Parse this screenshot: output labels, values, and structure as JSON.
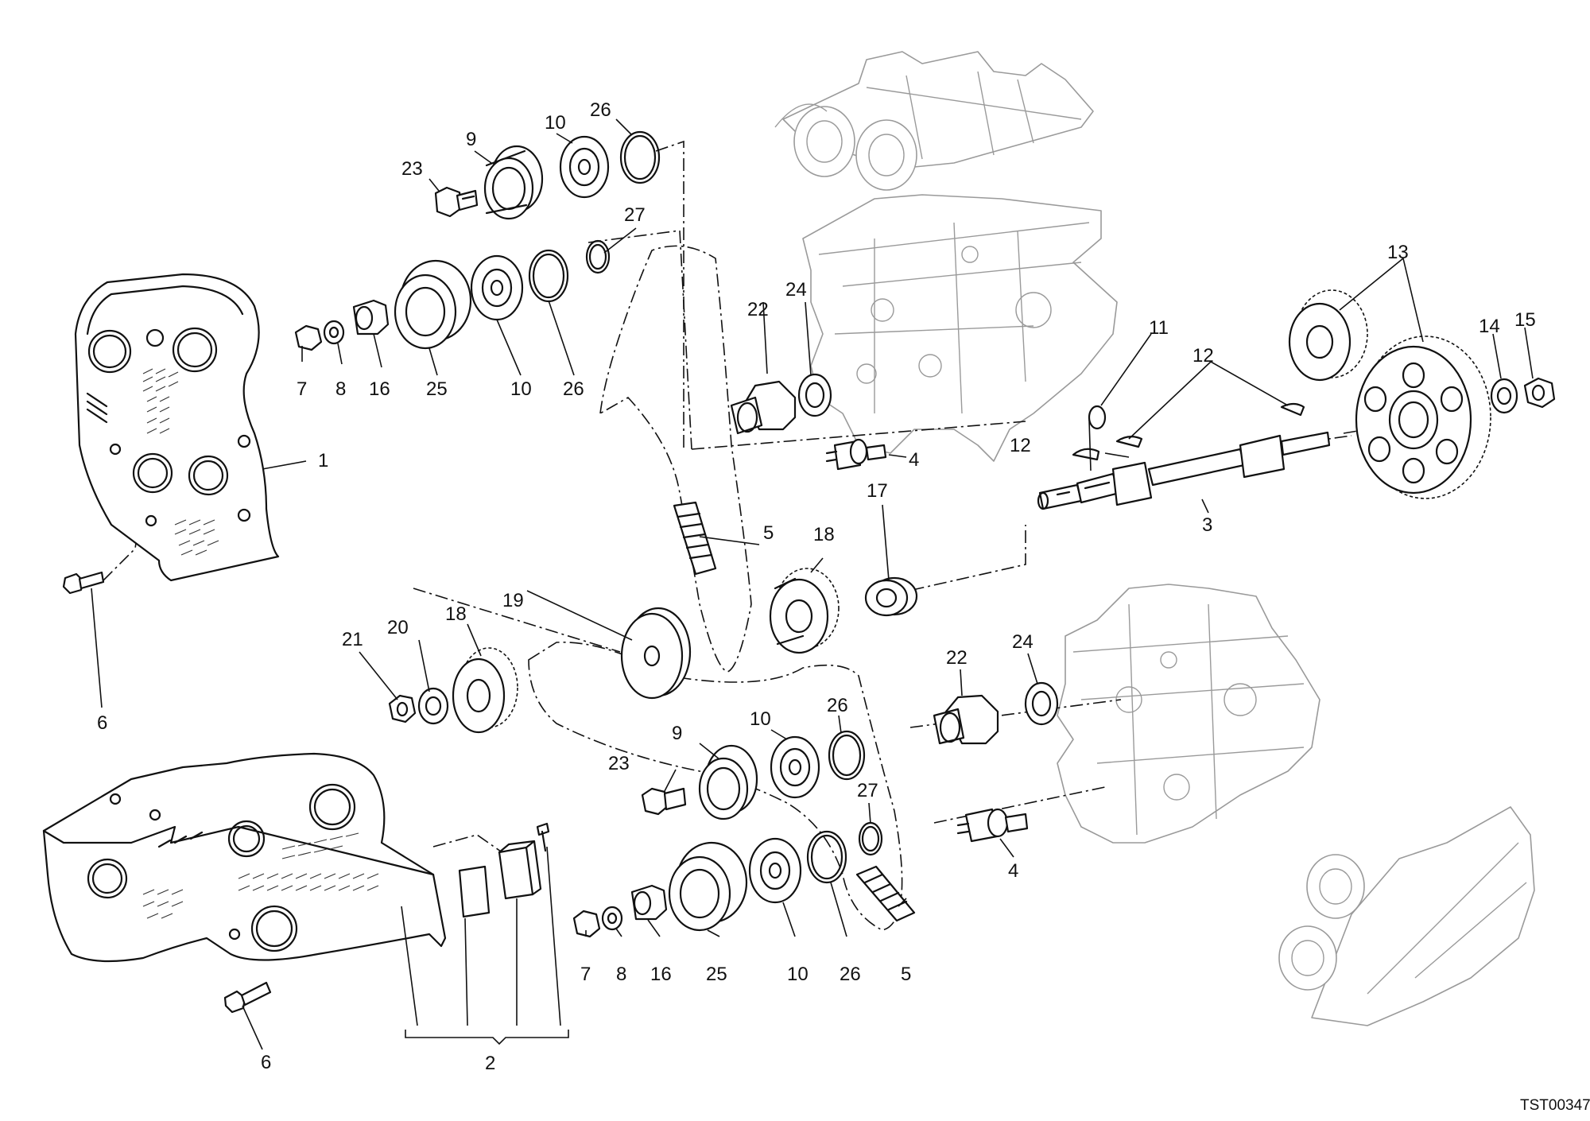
{
  "figure": {
    "code": "TST00347"
  },
  "callouts": {
    "c1": "1",
    "c2": "2",
    "c3": "3",
    "c4a": "4",
    "c4b": "4",
    "c5a": "5",
    "c5b": "5",
    "c6a": "6",
    "c6b": "6",
    "c7a": "7",
    "c7b": "7",
    "c8a": "8",
    "c8b": "8",
    "c9a": "9",
    "c9b": "9",
    "c10a": "10",
    "c10b": "10",
    "c10c": "10",
    "c10d": "10",
    "c11": "11",
    "c12a": "12",
    "c12b": "12",
    "c13": "13",
    "c14": "14",
    "c15": "15",
    "c16a": "16",
    "c16b": "16",
    "c17": "17",
    "c18a": "18",
    "c18b": "18",
    "c19": "19",
    "c20": "20",
    "c21": "21",
    "c22a": "22",
    "c22b": "22",
    "c23a": "23",
    "c23b": "23",
    "c24a": "24",
    "c24b": "24",
    "c25a": "25",
    "c25b": "25",
    "c26a": "26",
    "c26b": "26",
    "c26c": "26",
    "c27a": "27",
    "c27b": "27"
  },
  "colors": {
    "ink": "#111111",
    "ghost": "#9a9a9a",
    "background": "#ffffff"
  }
}
